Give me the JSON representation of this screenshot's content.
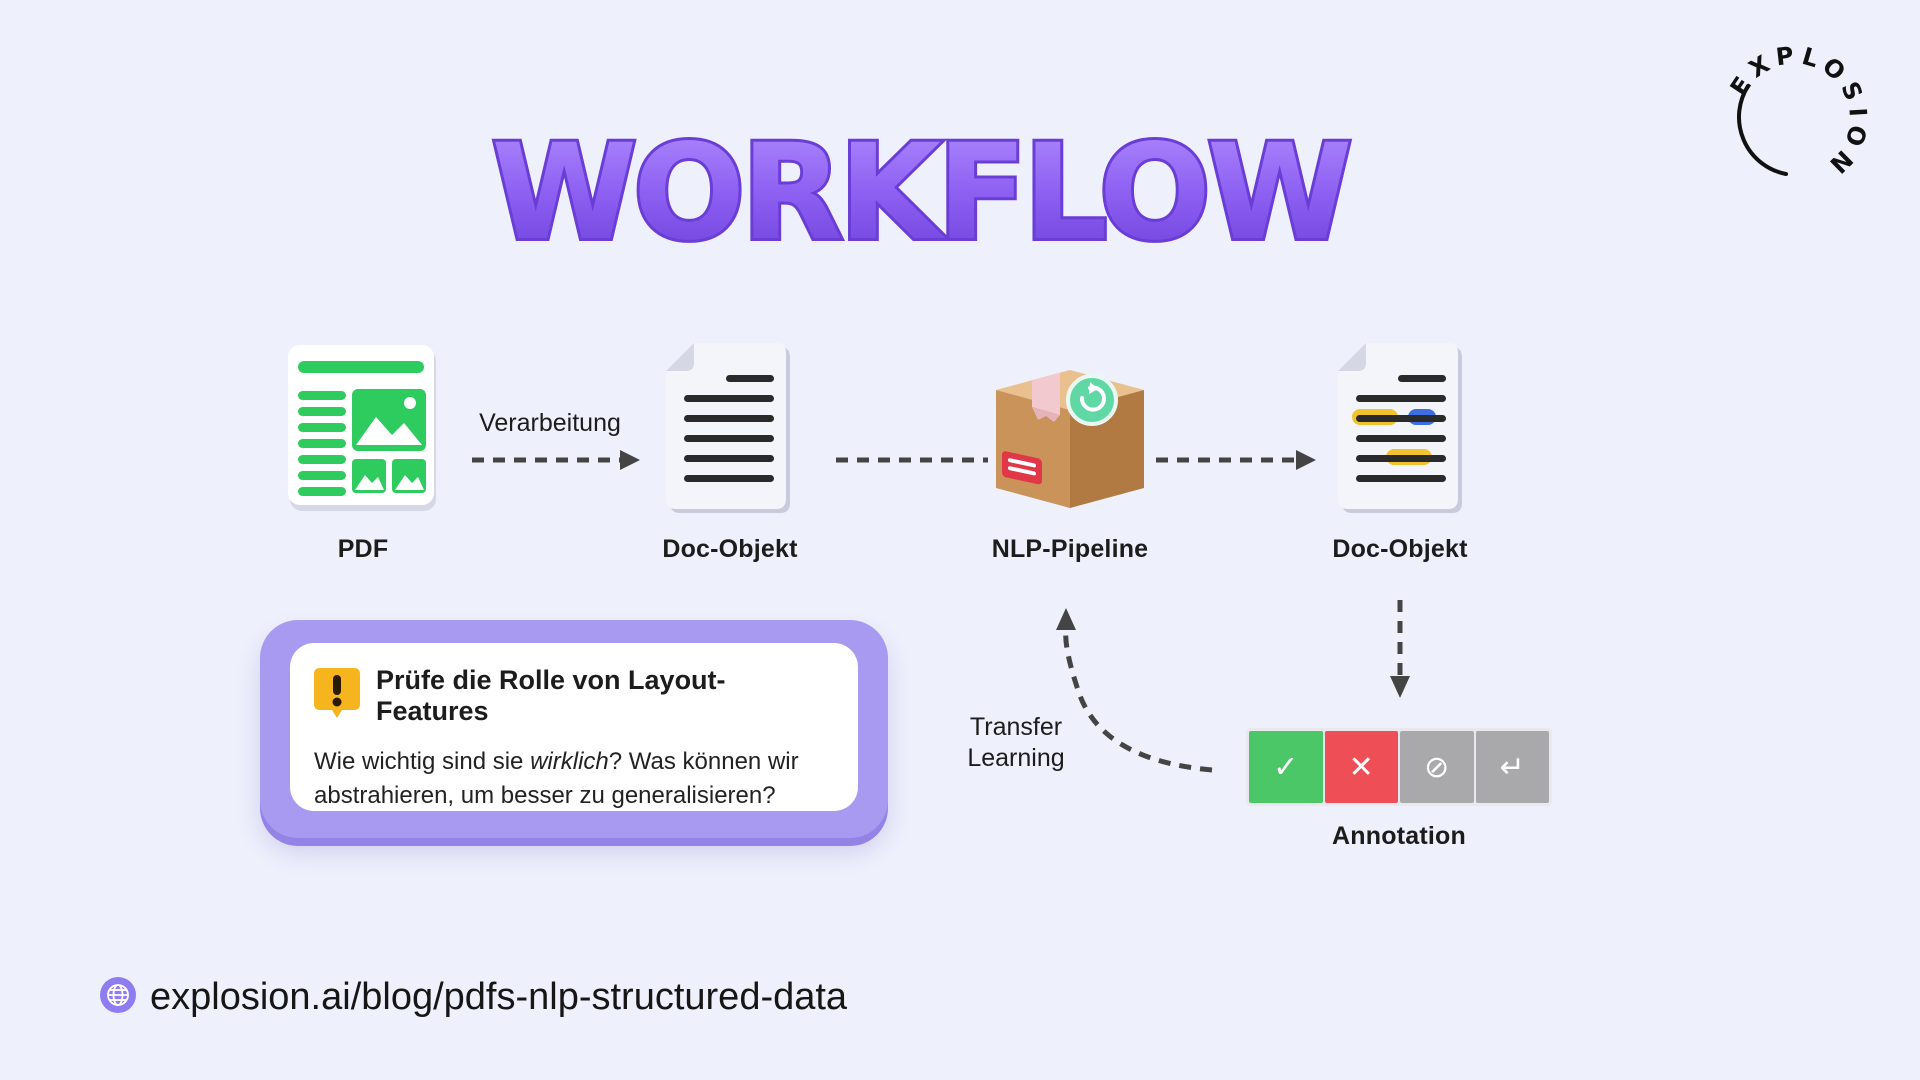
{
  "title": "WORKFLOW",
  "logo_text": "EXPLOSION",
  "nodes": {
    "pdf": "PDF",
    "doc1": "Doc-Objekt",
    "pipeline": "NLP-Pipeline",
    "doc2": "Doc-Objekt",
    "annotation": "Annotation"
  },
  "edges": {
    "processing": "Verarbeitung",
    "transfer_line1": "Transfer",
    "transfer_line2": "Learning"
  },
  "callout": {
    "title": "Prüfe die Rolle von Layout-Features",
    "body_pre": "Wie wichtig sind sie ",
    "body_em": "wirklich",
    "body_post": "? Was können wir abstrahieren, um besser zu generalisieren?"
  },
  "annotation_buttons": {
    "accept": "✓",
    "reject": "✕",
    "ignore": "⊘",
    "undo": "↵"
  },
  "footer": {
    "url": "explosion.ai/blog/pdfs-nlp-structured-data",
    "icon": "globe-icon"
  },
  "colors": {
    "background": "#EEF0FC",
    "title_purple": "#8A5CF0",
    "callout_frame": "#A89AF0",
    "accept": "#4CC768",
    "reject": "#EE4E56",
    "neutral": "#A9A9AC"
  }
}
